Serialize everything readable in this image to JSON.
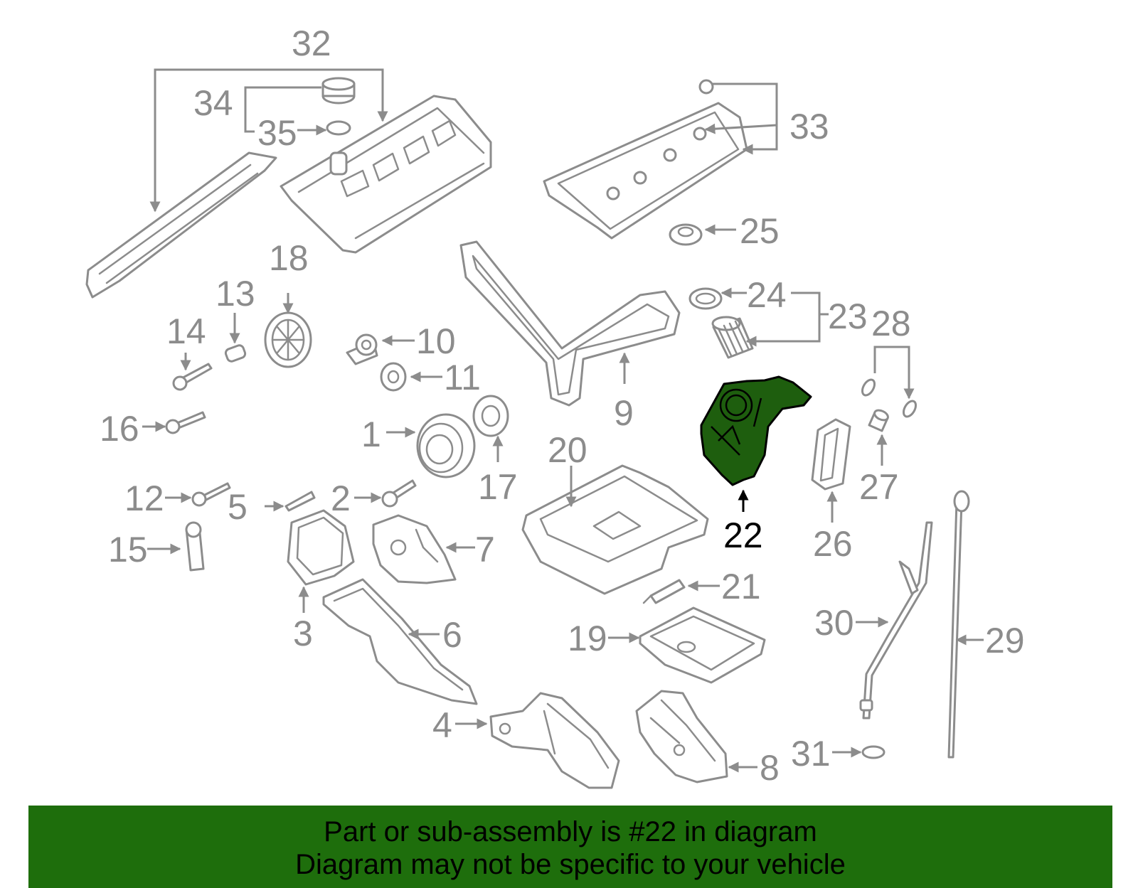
{
  "diagram": {
    "highlight_color": "#1e5e0e",
    "callouts": {
      "c1": "1",
      "c2": "2",
      "c3": "3",
      "c4": "4",
      "c5": "5",
      "c6": "6",
      "c7": "7",
      "c8": "8",
      "c9": "9",
      "c10": "10",
      "c11": "11",
      "c12": "12",
      "c13": "13",
      "c14": "14",
      "c15": "15",
      "c16": "16",
      "c17": "17",
      "c18": "18",
      "c19": "19",
      "c20": "20",
      "c21": "21",
      "c22": "22",
      "c23": "23",
      "c24": "24",
      "c25": "25",
      "c26": "26",
      "c27": "27",
      "c28": "28",
      "c29": "29",
      "c30": "30",
      "c31": "31",
      "c32": "32",
      "c33": "33",
      "c34": "34",
      "c35": "35"
    }
  },
  "banner": {
    "background_color": "#1e6e0c",
    "line1": "Part or sub-assembly is #22 in diagram",
    "line2": "Diagram may not be specific to your vehicle"
  }
}
